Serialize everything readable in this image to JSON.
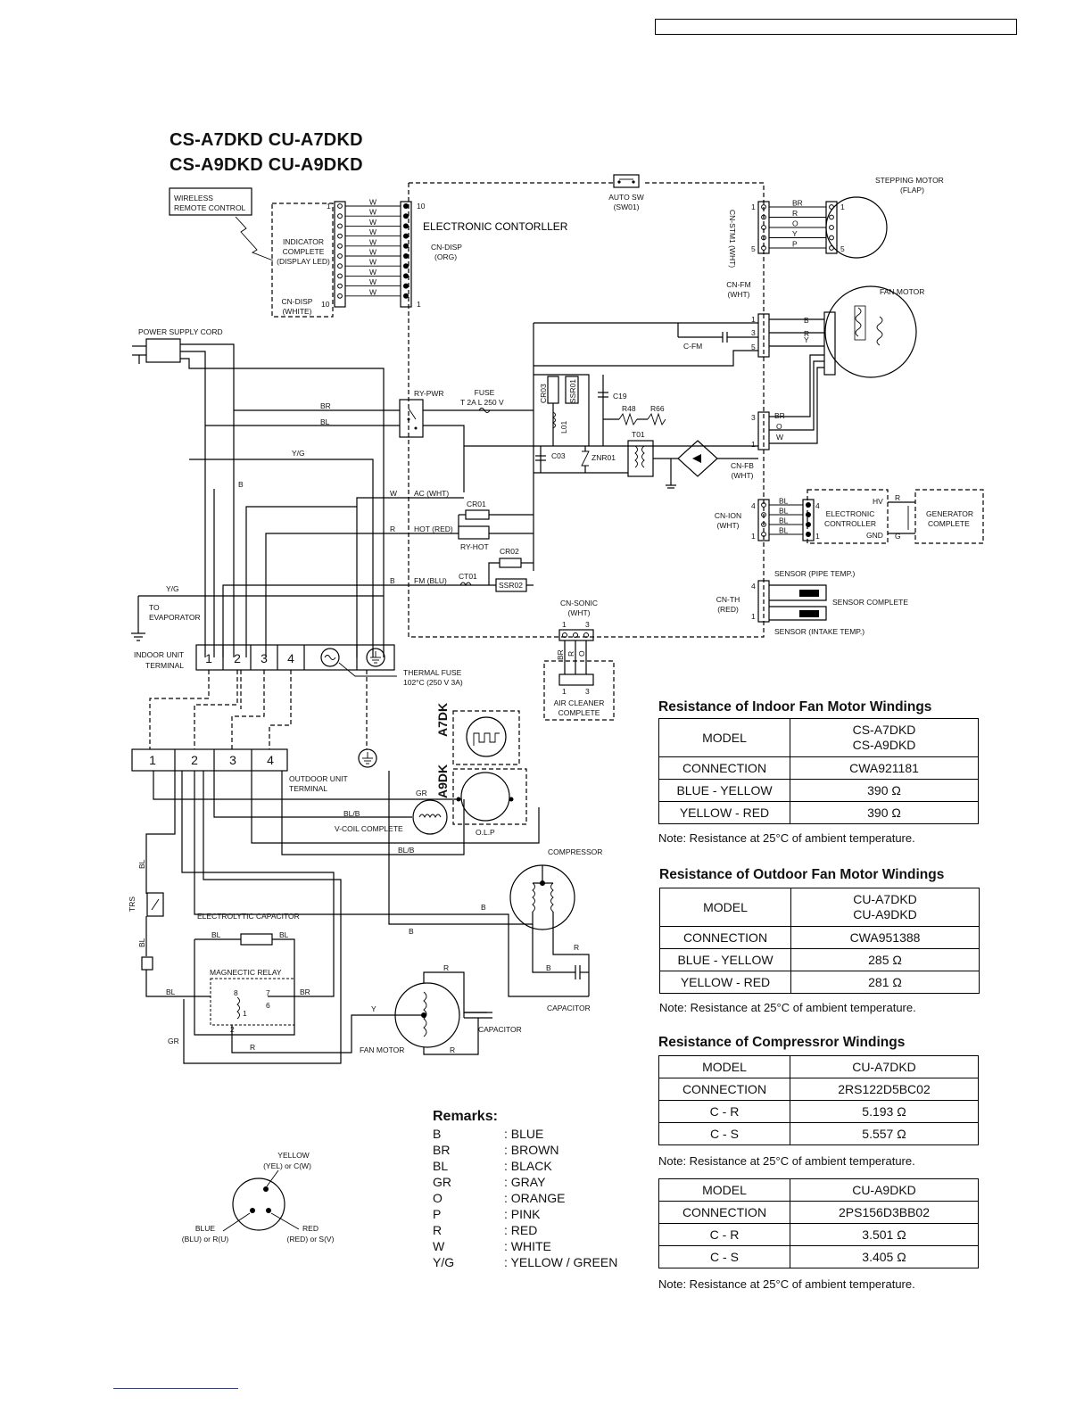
{
  "title_lines": [
    "CS-A7DKD CU-A7DKD",
    "CS-A9DKD CU-A9DKD"
  ],
  "labels": {
    "wireless_remote": [
      "WIRELESS",
      "REMOTE CONTROL"
    ],
    "indicator": [
      "INDICATOR",
      "COMPLETE",
      "(DISPLAY LED)"
    ],
    "cn_disp_white": [
      "CN-DISP",
      "(WHITE)"
    ],
    "electronic_controller": "ELECTRONIC CONTORLLER",
    "cn_disp_org": [
      "CN-DISP",
      "(ORG)"
    ],
    "auto_sw": [
      "AUTO SW",
      "(SW01)"
    ],
    "stepping_motor": [
      "STEPPING MOTOR",
      "(FLAP)"
    ],
    "cn_stm1": "CN-STM1 (WHT)",
    "cn_fm": [
      "CN-FM",
      "(WHT)"
    ],
    "fan_motor_indoor": "FAN MOTOR",
    "c_fm": "C-FM",
    "power_supply_cord": "POWER SUPPLY CORD",
    "ry_pwr": "RY-PWR",
    "fuse": [
      "FUSE",
      "T  2A L 250 V"
    ],
    "c19": "C19",
    "r48": "R48",
    "r66": "R66",
    "t01": "T01",
    "cr03": "CR03",
    "ssr01": "SSR01",
    "l01": "L01",
    "c03": "C03",
    "znr01": "ZNR01",
    "cn_fb": [
      "CN-FB",
      "(WHT)"
    ],
    "cn_ion": [
      "CN-ION",
      "(WHT)"
    ],
    "ion_controller": [
      "ELECTRONIC",
      "CONTROLLER"
    ],
    "hv": "HV",
    "gnd": "GND",
    "generator": [
      "GENERATOR",
      "COMPLETE"
    ],
    "cn_th": [
      "CN-TH",
      "(RED)"
    ],
    "sensor_pipe": "SENSOR (PIPE TEMP.)",
    "sensor_complete": "SENSOR COMPLETE",
    "sensor_intake": "SENSOR (INTAKE TEMP.)",
    "cn_sonic": [
      "CN-SONIC",
      "(WHT)"
    ],
    "air_cleaner": [
      "AIR CLEANER",
      "COMPLETE"
    ],
    "ac_wht": "AC (WHT)",
    "hot_red": "HOT (RED)",
    "fm_blu": "FM (BLU)",
    "cr01": "CR01",
    "ry_hot": "RY-HOT",
    "cr02": "CR02",
    "ct01": "CT01",
    "ssr02": "SSR02",
    "to_evaporator": [
      "TO",
      "EVAPORATOR"
    ],
    "indoor_unit_terminal": [
      "INDOOR UNIT",
      "TERMINAL"
    ],
    "thermal_fuse": [
      "THERMAL FUSE",
      "102°C (250 V 3A)"
    ],
    "outdoor_unit_terminal": [
      "OUTDOOR UNIT",
      "TERMINAL"
    ],
    "a7dk": "A7DK",
    "a9dk": "A9DK",
    "olp": "O.L.P",
    "v_coil": "V-COIL COMPLETE",
    "compressor": "COMPRESSOR",
    "trs": "TRS",
    "electrolytic_capacitor": "ELECTROLYTIC CAPACITOR",
    "magnetic_relay": "MAGNECTIC RELAY",
    "capacitor1": "CAPACITOR",
    "capacitor2": "CAPACITOR",
    "fan_motor_outdoor": "FAN MOTOR",
    "yellow": [
      "YELLOW",
      "(YEL)  or C(W)"
    ],
    "blue": [
      "BLUE",
      "(BLU) or R(U)"
    ],
    "red": [
      "RED",
      "(RED) or S(V)"
    ]
  },
  "indoor_terminals": [
    "1",
    "2",
    "3",
    "4"
  ],
  "outdoor_terminals": [
    "1",
    "2",
    "3",
    "4"
  ],
  "tables": [
    {
      "title": "Resistance of Indoor Fan Motor Windings",
      "rows": [
        [
          "MODEL",
          "CS-A7DKD\nCS-A9DKD"
        ],
        [
          "CONNECTION",
          "CWA921181"
        ],
        [
          "BLUE - YELLOW",
          "390 Ω"
        ],
        [
          "YELLOW - RED",
          "390 Ω"
        ]
      ],
      "note": "Note: Resistance at 25°C of ambient temperature."
    },
    {
      "title": "Resistance of Outdoor Fan Motor Windings",
      "rows": [
        [
          "MODEL",
          "CU-A7DKD\nCU-A9DKD"
        ],
        [
          "CONNECTION",
          "CWA951388"
        ],
        [
          "BLUE - YELLOW",
          "285 Ω"
        ],
        [
          "YELLOW - RED",
          "281 Ω"
        ]
      ],
      "note": "Note: Resistance at 25°C of ambient temperature."
    },
    {
      "title": "Resistance of Compressror Windings",
      "rows": [
        [
          "MODEL",
          "CU-A7DKD"
        ],
        [
          "CONNECTION",
          "2RS122D5BC02"
        ],
        [
          "C - R",
          "5.193 Ω"
        ],
        [
          "C - S",
          "5.557 Ω"
        ]
      ],
      "note": "Note: Resistance at 25°C of ambient temperature."
    },
    {
      "title": "",
      "rows": [
        [
          "MODEL",
          "CU-A9DKD"
        ],
        [
          "CONNECTION",
          "2PS156D3BB02"
        ],
        [
          "C - R",
          "3.501 Ω"
        ],
        [
          "C - S",
          "3.405 Ω"
        ]
      ],
      "note": "Note: Resistance at 25°C of ambient temperature."
    }
  ],
  "remarks": {
    "title": "Remarks:",
    "items": [
      {
        "code": "B",
        "name": ": BLUE"
      },
      {
        "code": "BR",
        "name": ": BROWN"
      },
      {
        "code": "BL",
        "name": ": BLACK"
      },
      {
        "code": "GR",
        "name": ": GRAY"
      },
      {
        "code": "O",
        "name": ": ORANGE"
      },
      {
        "code": "P",
        "name": ": PINK"
      },
      {
        "code": "R",
        "name": ": RED"
      },
      {
        "code": "W",
        "name": ": WHITE"
      },
      {
        "code": "Y/G",
        "name": ": YELLOW / GREEN"
      }
    ]
  },
  "wire_codes": {
    "disp": [
      "W",
      "W",
      "W",
      "W",
      "W",
      "W",
      "W",
      "W",
      "W",
      "W"
    ],
    "disp_pins": [
      "1",
      "10",
      "10",
      "1"
    ],
    "stm": [
      "BR",
      "R",
      "O",
      "Y",
      "P"
    ],
    "stm_pins": [
      "1",
      "5",
      "1",
      "5"
    ],
    "fm": [
      "B",
      "R",
      "Y"
    ],
    "fm_pins": [
      "1",
      "3",
      "5"
    ],
    "fb": [
      "BR",
      "O",
      "W"
    ],
    "fb_pins": [
      "3",
      "1"
    ],
    "ion": [
      "BL",
      "BL",
      "BL",
      "BL"
    ],
    "ion_pins": [
      "4",
      "1",
      "4",
      "1"
    ],
    "th_pins": [
      "4",
      "1"
    ],
    "sonic": [
      "BR",
      "R",
      "O"
    ],
    "sonic_pins": [
      "1",
      "3",
      "1",
      "3"
    ],
    "ion_gen": [
      "R",
      "G"
    ],
    "main": [
      "BR",
      "BL",
      "Y/G",
      "B",
      "W",
      "R",
      "B",
      "Y/G"
    ],
    "outdoor": [
      "GR",
      "BL/B",
      "BL/B",
      "BL",
      "BL",
      "B",
      "B",
      "R",
      "B",
      "R",
      "Y",
      "R",
      "GR",
      "R",
      "BL",
      "BL",
      "BL",
      "BR",
      "8",
      "7",
      "6",
      "1",
      "2"
    ]
  }
}
